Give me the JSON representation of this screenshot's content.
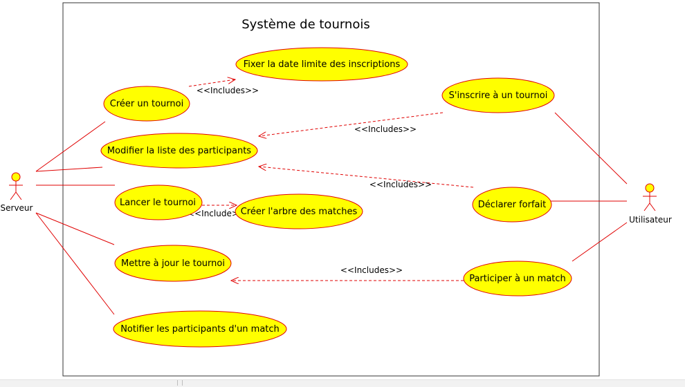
{
  "system": {
    "title": "Système de tournois"
  },
  "actors": {
    "server": "Serveur",
    "user": "Utilisateur"
  },
  "use_cases": {
    "set_deadline": "Fixer la date limite des inscriptions",
    "create_tournament": "Créer un tournoi",
    "register": "S'inscrire à un tournoi",
    "edit_participants": "Modifier la liste des participants",
    "start_tournament": "Lancer le tournoi",
    "build_bracket": "Créer l'arbre des matches",
    "forfeit": "Déclarer forfait",
    "update_tournament": "Mettre à jour le tournoi",
    "join_match": "Participer à un match",
    "notify_participants": "Notifier les participants d'un match"
  },
  "relations": {
    "includes_create_deadline": "<<Includes>>",
    "includes_register_edit": "<<Includes>>",
    "includes_forfeit_edit": "<<Includes>>",
    "includes_start_bracket": "<<Include>>",
    "includes_match_update": "<<Includes>>"
  },
  "colors": {
    "use_case_fill": "#ffff00",
    "line": "#e00000",
    "frame": "#333333"
  }
}
